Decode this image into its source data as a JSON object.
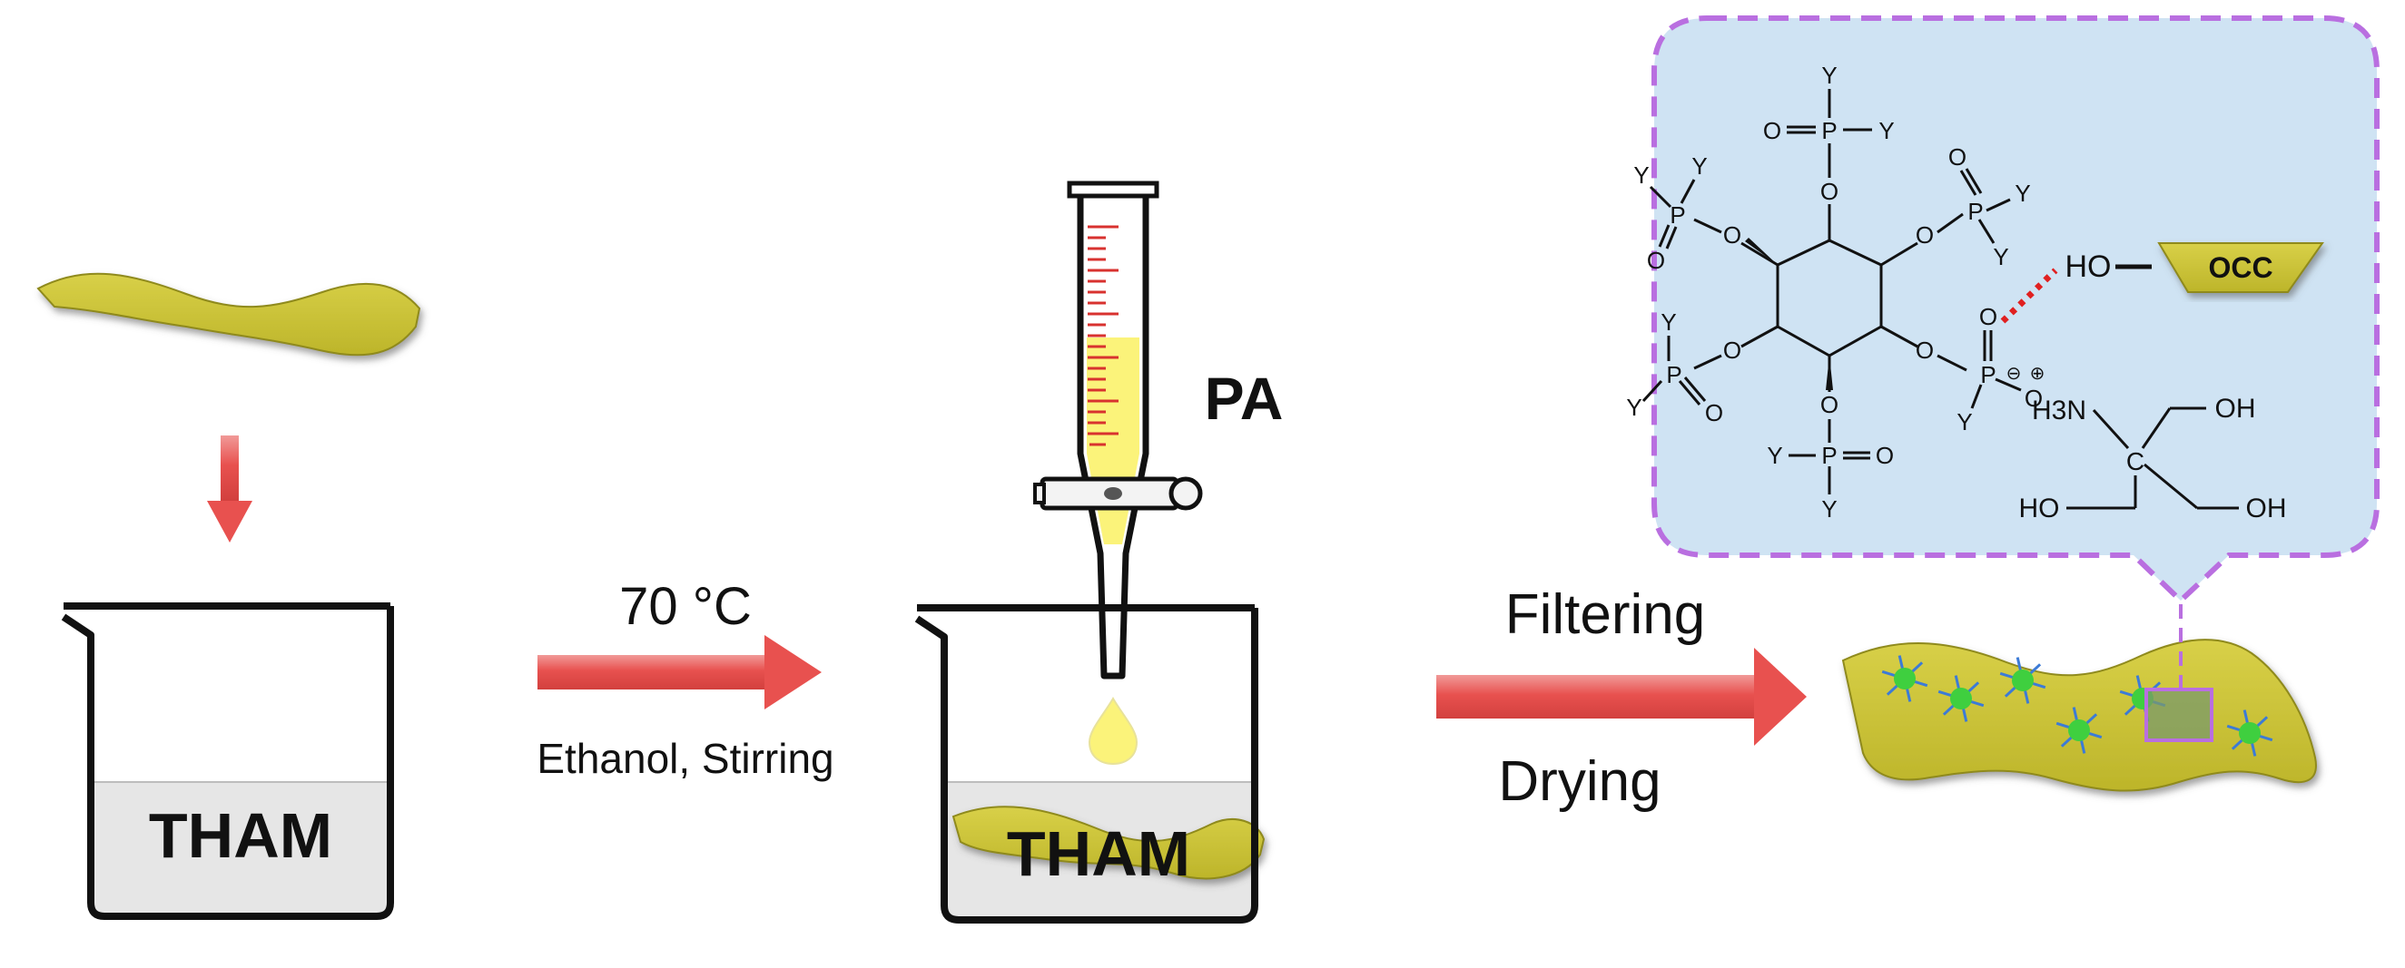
{
  "beaker1": {
    "label": "THAM"
  },
  "step1": {
    "condition_top": "70 °C",
    "condition_bottom": "Ethanol, Stirring"
  },
  "beaker2": {
    "label": "THAM"
  },
  "reagent": {
    "label": "PA"
  },
  "step2": {
    "condition_top": "Filtering",
    "condition_bottom": "Drying"
  },
  "callout": {
    "fiber_label": "OCC",
    "hydroxyl_label": "HO",
    "amine_label": "H3N",
    "tham_oh_labels": [
      "OH",
      "HO",
      "OH"
    ],
    "tham_carbon_label": "C",
    "phosphate_groups": [
      {
        "substituent": "Y",
        "oxo": "O",
        "linker": "O",
        "phosphorus": "P"
      },
      {
        "substituent": "Y",
        "oxo": "O",
        "linker": "O",
        "phosphorus": "P"
      },
      {
        "substituent": "Y",
        "oxo": "O",
        "linker": "O",
        "phosphorus": "P"
      },
      {
        "substituent": "Y",
        "oxo": "O",
        "linker": "O",
        "phosphorus": "P"
      },
      {
        "substituent": "Y",
        "oxo": "O",
        "linker": "O",
        "phosphorus": "P"
      },
      {
        "substituent": "Y",
        "oxo": "O",
        "linker": "O",
        "phosphorus": "P"
      }
    ],
    "charges": [
      "⊖",
      "⊕"
    ]
  },
  "colors": {
    "fiber": "#c9c12f",
    "fiber_edge": "#8f8a1c",
    "arrow": "#e8514f",
    "callout_fill": "#cfe3f3",
    "callout_border": "#b96fe0",
    "solution": "#e6e6e6",
    "droplet": "#fbf37a",
    "hbond": "#e02020",
    "crosslink": "#3fcf3f"
  }
}
